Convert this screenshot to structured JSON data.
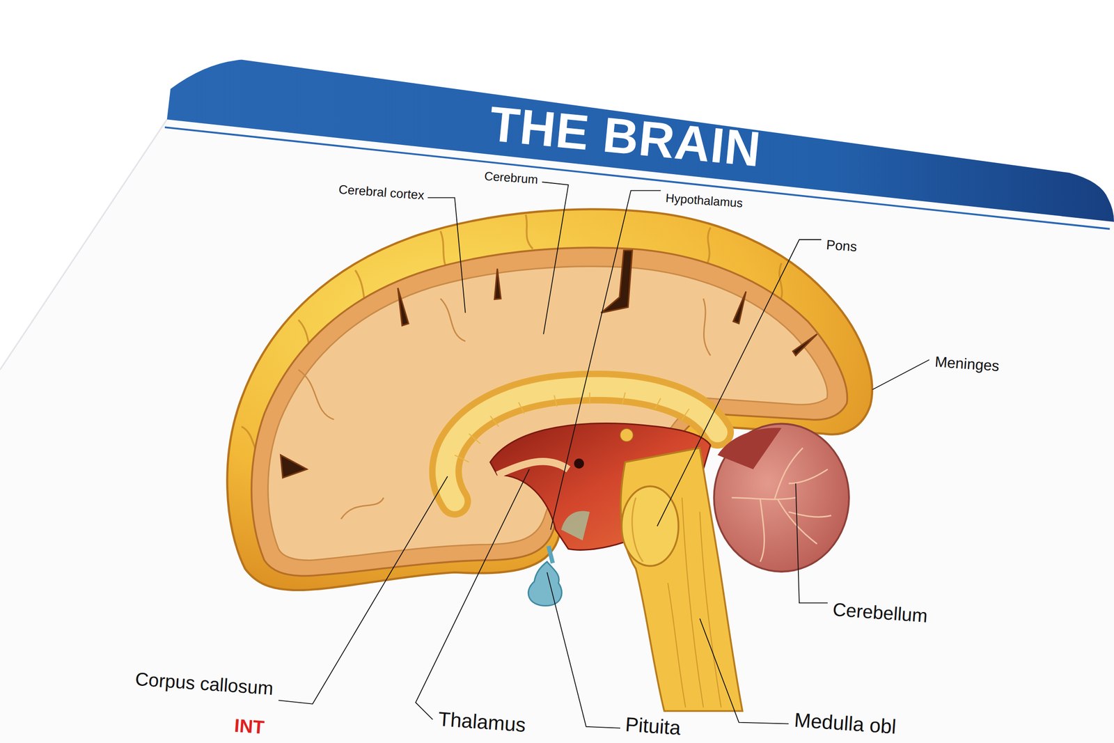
{
  "diagram": {
    "title": "THE BRAIN",
    "labels": [
      "Cerebral cortex",
      "Cerebrum",
      "Hypothalamus",
      "Pons",
      "Meninges",
      "Cerebellum",
      "Corpus callosum",
      "Thalamus",
      "Pituita",
      "Medulla obl",
      "INT"
    ]
  }
}
